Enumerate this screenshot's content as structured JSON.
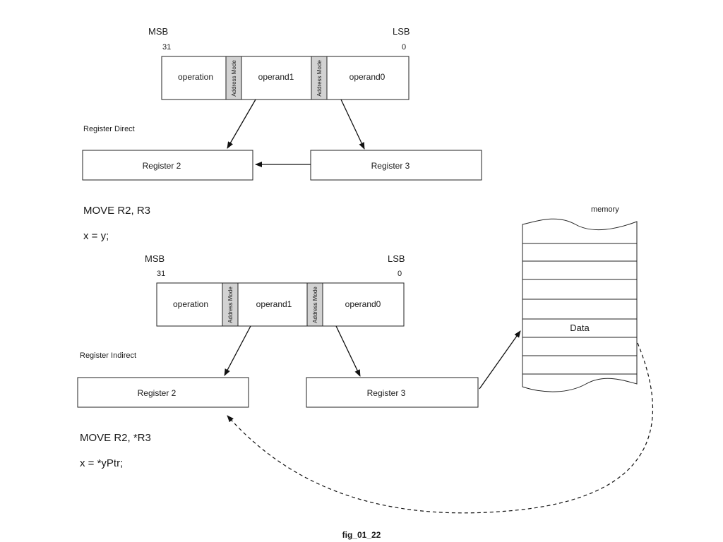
{
  "top": {
    "msb": "MSB",
    "lsb": "LSB",
    "bit_high": "31",
    "bit_low": "0",
    "fields": {
      "operation": "operation",
      "address_mode": "Address Mode",
      "operand1": "operand1",
      "operand0": "operand0"
    },
    "mode_label": "Register Direct",
    "register_a": "Register 2",
    "register_b": "Register 3",
    "instruction": "MOVE R2, R3",
    "code": "x = y;"
  },
  "bottom": {
    "msb": "MSB",
    "lsb": "LSB",
    "bit_high": "31",
    "bit_low": "0",
    "fields": {
      "operation": "operation",
      "address_mode": "Address Mode",
      "operand1": "operand1",
      "operand0": "operand0"
    },
    "mode_label": "Register Indirect",
    "register_a": "Register 2",
    "register_b": "Register 3",
    "instruction": "MOVE R2, *R3",
    "code": "x = *yPtr;"
  },
  "memory": {
    "label": "memory",
    "data_label": "Data"
  },
  "caption": "fig_01_22"
}
